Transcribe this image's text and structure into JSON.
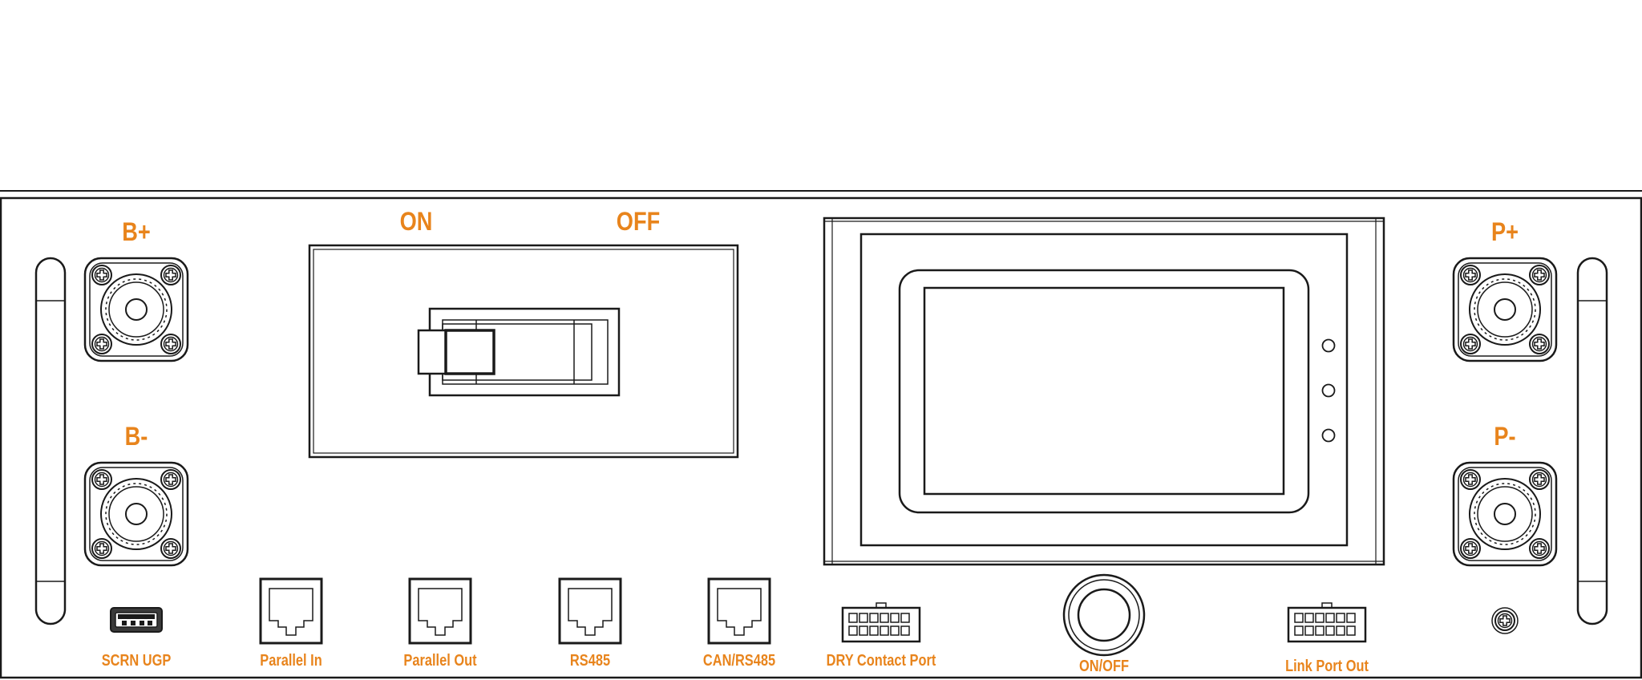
{
  "colors": {
    "label": "#e8841c",
    "line": "#1a1a1a"
  },
  "breaker": {
    "on_label": "ON",
    "off_label": "OFF"
  },
  "terminals": {
    "b_plus": "B+",
    "b_minus": "B-",
    "p_plus": "P+",
    "p_minus": "P-"
  },
  "ports": {
    "usb": "SCRN UGP",
    "parallel_in": "Parallel In",
    "parallel_out": "Parallel Out",
    "rs485": "RS485",
    "can_rs485": "CAN/RS485",
    "dry_contact": "DRY Contact Port",
    "power_button": "ON/OFF",
    "link_port_out": "Link Port Out"
  },
  "icons": {
    "terminal": "terminal-post-icon",
    "rj45": "rj45-port-icon",
    "usb": "usb-port-icon",
    "connector": "multi-pin-connector-icon",
    "button": "power-button-icon",
    "screw": "screw-icon",
    "handle": "handle-icon"
  }
}
